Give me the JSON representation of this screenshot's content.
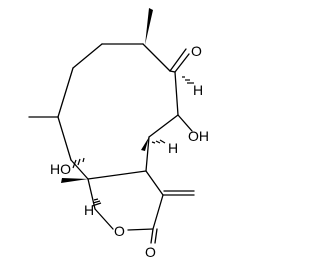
{
  "molecule": {
    "atom_labels": {
      "epoxide_oxygen": "O",
      "hydroxyl_upper": "OH",
      "hydroxyl_lower": "HO",
      "lactone_ring_oxygen": "O",
      "carbonyl_oxygen": "O",
      "h_epoxide_carbon": "H",
      "h_ring_junction_upper": "H",
      "h_ring_junction_lower": "H"
    },
    "colors": {
      "bond": "#000000",
      "background": "#ffffff"
    }
  }
}
